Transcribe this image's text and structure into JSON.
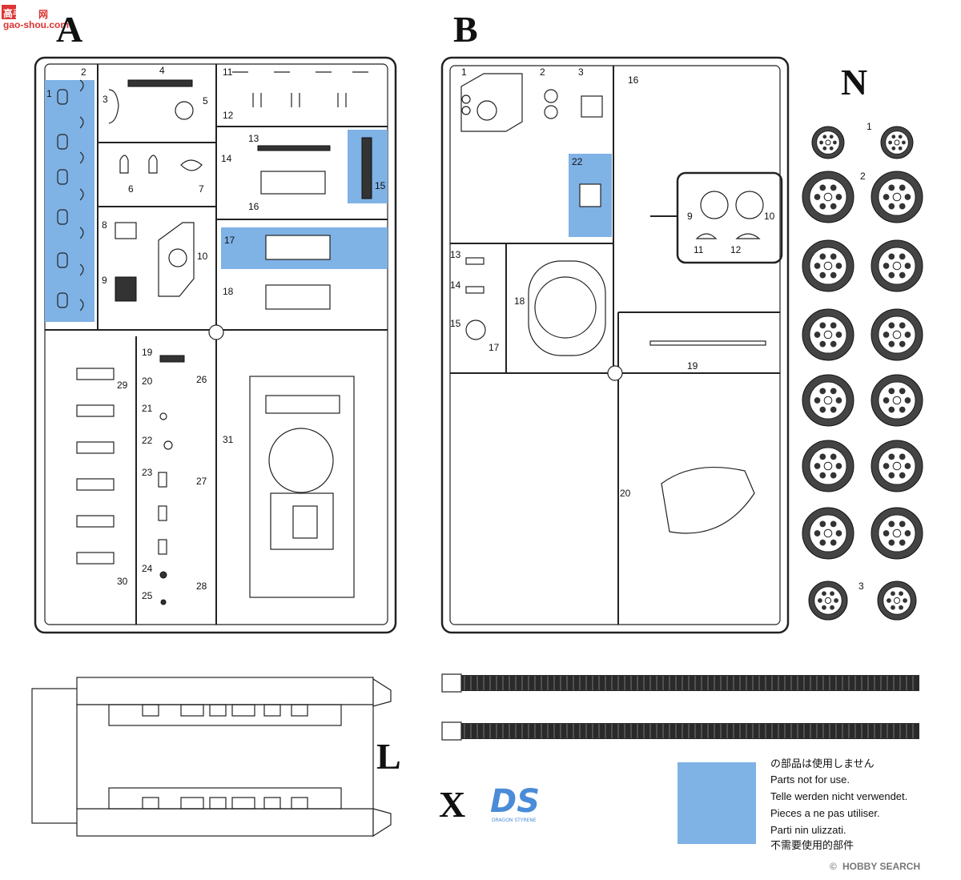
{
  "watermark_top": {
    "chars": "高手",
    "site_char": "网",
    "url": "gao-shou.com"
  },
  "watermark_bottom": {
    "text": "HOBBY SEARCH",
    "mark": "©"
  },
  "sprue_letters": {
    "A": "A",
    "B": "B",
    "N": "N",
    "L": "L",
    "X": "X"
  },
  "sprue_A_parts": [
    "1",
    "2",
    "3",
    "4",
    "5",
    "6",
    "7",
    "8",
    "9",
    "10",
    "11",
    "12",
    "13",
    "14",
    "15",
    "16",
    "17",
    "18",
    "19",
    "20",
    "21",
    "22",
    "23",
    "24",
    "25",
    "26",
    "27",
    "28",
    "29",
    "30",
    "31"
  ],
  "sprue_B_parts": [
    "1",
    "2",
    "3",
    "9",
    "10",
    "11",
    "12",
    "13",
    "14",
    "15",
    "16",
    "17",
    "18",
    "19",
    "20",
    "22"
  ],
  "sprue_N_parts": [
    "1",
    "2",
    "3"
  ],
  "logo_text": "DS",
  "logo_subtext": "DRAGON STYRENE",
  "legend": {
    "lines": [
      "の部品は使用しません",
      "Parts not for use.",
      "Telle werden nicht verwendet.",
      "Pieces a ne pas utiliser.",
      "Parti nin ulizzati.",
      "不需要使用的部件"
    ],
    "swatch_color": "#7fb2e5"
  },
  "colors": {
    "highlight": "#7fb2e5",
    "line": "#222222"
  }
}
